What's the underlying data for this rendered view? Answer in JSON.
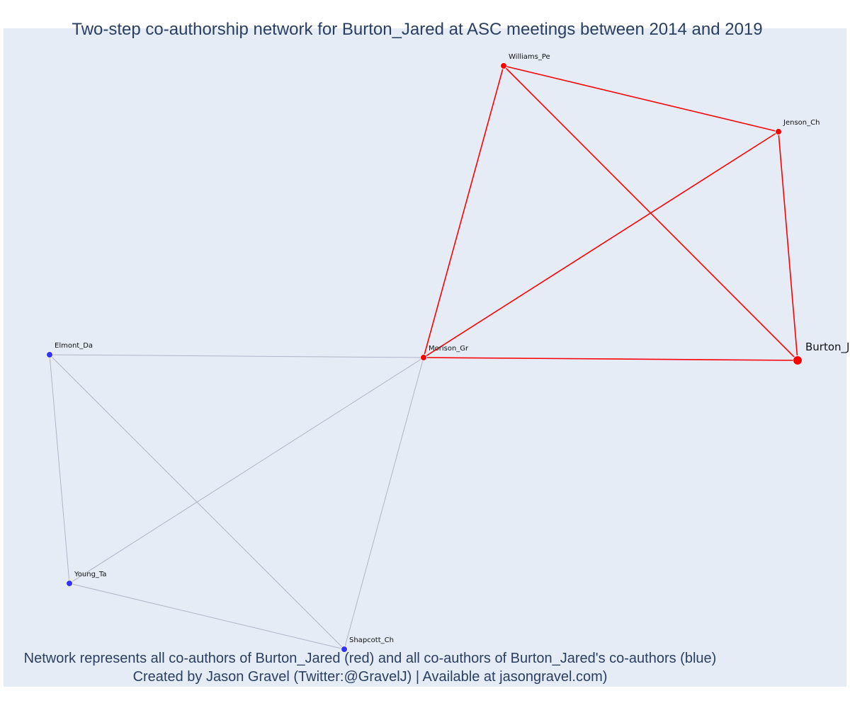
{
  "title": "Two-step co-authorship network for Burton_Jared at ASC meetings between 2014 and 2019",
  "footer": {
    "line1": "Network represents all co-authors of Burton_Jared (red) and all co-authors of Burton_Jared's co-authors (blue)",
    "line2": "Created by Jason Gravel (Twitter:@GravelJ) | Available at jasongravel.com)"
  },
  "colors": {
    "background": "#e5ecf6",
    "first_step": "#ff0000",
    "second_step": "#3333ff",
    "grey_edge": "#b3b3c7",
    "text": "#2a3f5f"
  },
  "network": {
    "focal": "Burton_Jared",
    "nodes": [
      {
        "id": "Burton_Jared",
        "label": "Burton_J",
        "group": "focal"
      },
      {
        "id": "Williams_Pe",
        "label": "Williams_Pe",
        "group": "coauthor"
      },
      {
        "id": "Jenson_Ch",
        "label": "Jenson_Ch",
        "group": "coauthor"
      },
      {
        "id": "Morison_Gr",
        "label": "Morison_Gr",
        "group": "coauthor"
      },
      {
        "id": "Elmont_Da",
        "label": "Elmont_Da",
        "group": "second"
      },
      {
        "id": "Young_Ta",
        "label": "Young_Ta",
        "group": "second"
      },
      {
        "id": "Shapcott_Ch",
        "label": "Shapcott_Ch",
        "group": "second"
      }
    ],
    "edges": [
      {
        "source": "Williams_Pe",
        "target": "Jenson_Ch",
        "type": "first"
      },
      {
        "source": "Williams_Pe",
        "target": "Morison_Gr",
        "type": "first"
      },
      {
        "source": "Williams_Pe",
        "target": "Burton_Jared",
        "type": "first"
      },
      {
        "source": "Jenson_Ch",
        "target": "Morison_Gr",
        "type": "first"
      },
      {
        "source": "Jenson_Ch",
        "target": "Burton_Jared",
        "type": "first"
      },
      {
        "source": "Morison_Gr",
        "target": "Burton_Jared",
        "type": "first"
      },
      {
        "source": "Elmont_Da",
        "target": "Morison_Gr",
        "type": "second"
      },
      {
        "source": "Elmont_Da",
        "target": "Young_Ta",
        "type": "second"
      },
      {
        "source": "Elmont_Da",
        "target": "Shapcott_Ch",
        "type": "second"
      },
      {
        "source": "Young_Ta",
        "target": "Morison_Gr",
        "type": "second"
      },
      {
        "source": "Young_Ta",
        "target": "Shapcott_Ch",
        "type": "second"
      },
      {
        "source": "Shapcott_Ch",
        "target": "Morison_Gr",
        "type": "second"
      }
    ]
  }
}
